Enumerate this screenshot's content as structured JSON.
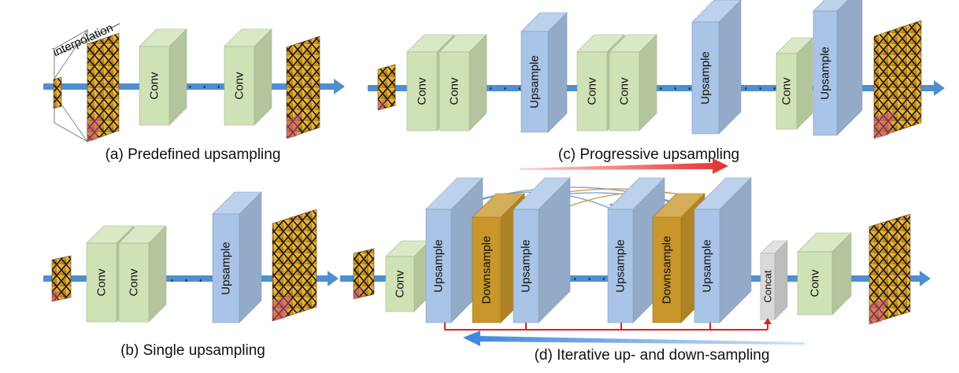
{
  "colors": {
    "conv": "#cfe2b6",
    "upsample": "#a9c4e6",
    "downsample": "#c8962a",
    "concat": "#d9d9d9",
    "arrow_main": "#4e8fd0",
    "red": "#e02020",
    "arrow_red_fade": "#ff9a9a",
    "arrow_blue": "#3c86dc",
    "link_blue": "#6fa0d6",
    "link_gold": "#c89a35"
  },
  "labels": {
    "conv": "Conv",
    "upsample": "Upsample",
    "downsample": "Downsample",
    "concat": "Concat",
    "interpolation": "interpolation",
    "dots": "· · ·"
  },
  "captions": {
    "a": "(a) Predefined upsampling",
    "b": "(b) Single upsampling",
    "c": "(c) Progressive upsampling",
    "d": "(d) Iterative up- and down-sampling"
  },
  "icons": [
    "butterfly-image"
  ]
}
